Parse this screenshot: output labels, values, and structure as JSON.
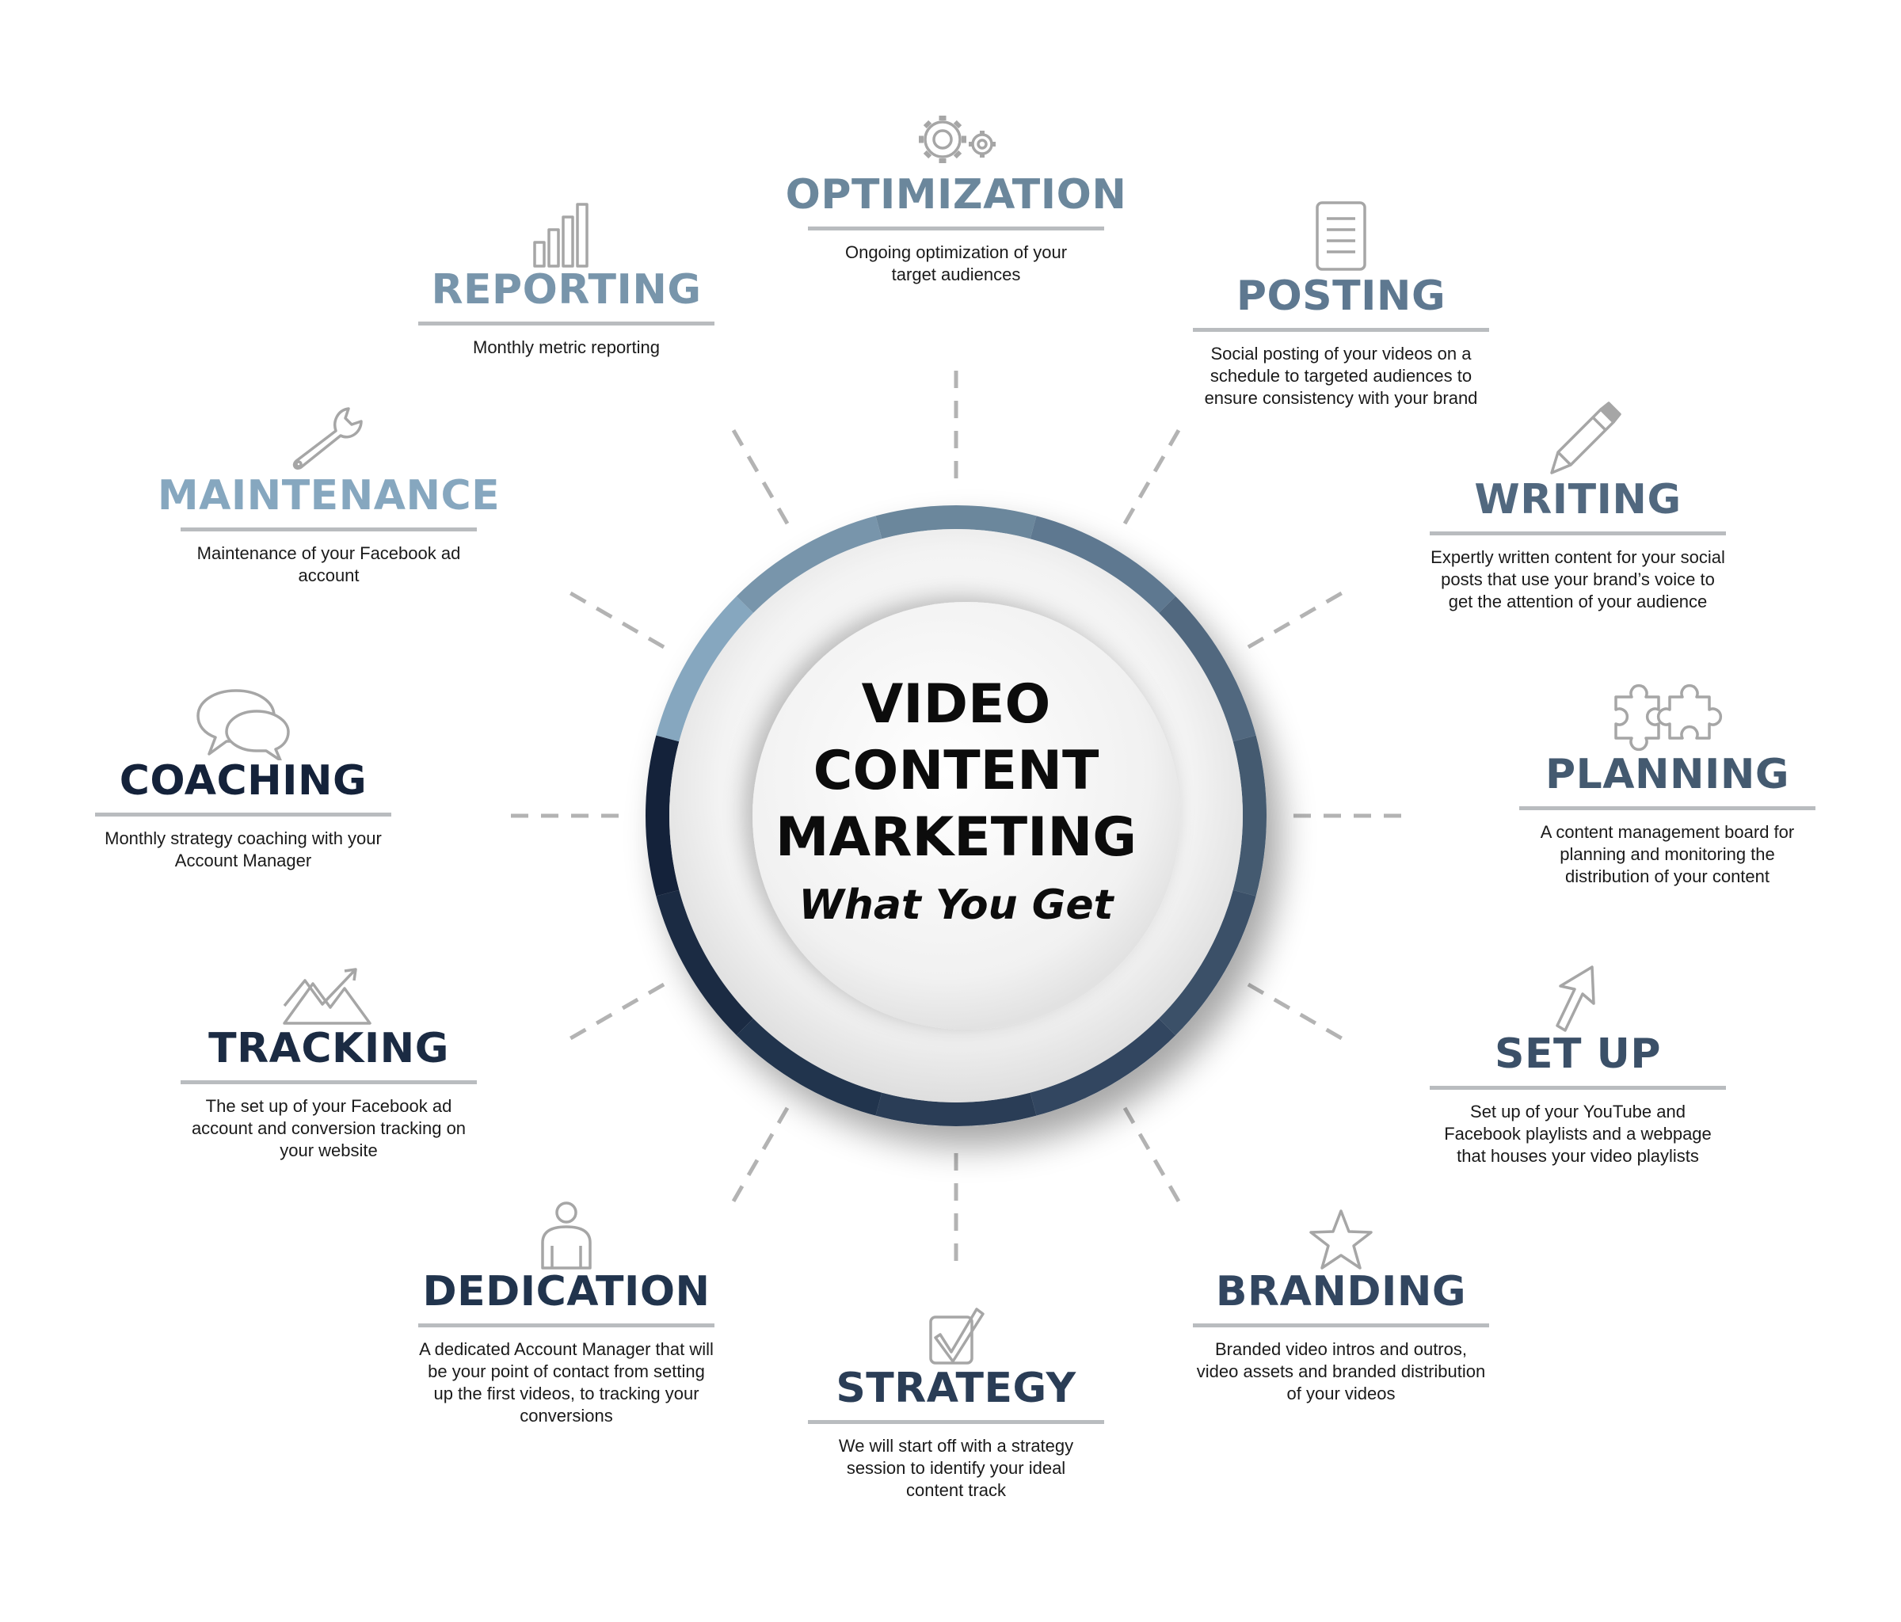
{
  "center": {
    "line1": "VIDEO",
    "line2": "CONTENT",
    "line3": "MARKETING",
    "subtitle": "What You Get"
  },
  "colors": {
    "ring_light": "#8aabc2",
    "ring_dark": "#0f1d35",
    "connector": "#b3b3b3",
    "rule": "#b9bcbf",
    "icon": "#a6a6a6"
  },
  "items": [
    {
      "key": "optimization",
      "title": "OPTIMIZATION",
      "desc": "Ongoing optimization of your target audiences",
      "icon": "gears-icon",
      "color": "#6b879c"
    },
    {
      "key": "posting",
      "title": "POSTING",
      "desc": "Social posting of your videos on a schedule to targeted audiences to ensure consistency with your brand",
      "icon": "document-icon",
      "color": "#5e7890"
    },
    {
      "key": "writing",
      "title": "WRITING",
      "desc": "Expertly written content for your social posts that use your brand’s voice to get the attention of your audience",
      "icon": "pencil-icon",
      "color": "#51687f"
    },
    {
      "key": "planning",
      "title": "PLANNING",
      "desc": "A content management board for planning and monitoring the distribution of your content",
      "icon": "puzzle-icon",
      "color": "#445a70"
    },
    {
      "key": "setup",
      "title": "SET UP",
      "desc": "Set up of your YouTube and Facebook playlists and a webpage that houses your video playlists",
      "icon": "cursor-arrow-icon",
      "color": "#3b5068"
    },
    {
      "key": "branding",
      "title": "BRANDING",
      "desc": "Branded video intros and outros, video assets and branded distribution of your videos",
      "icon": "star-icon",
      "color": "#324660"
    },
    {
      "key": "strategy",
      "title": "STRATEGY",
      "desc": "We will start off with a strategy session to identify your ideal content track",
      "icon": "checkbox-icon",
      "color": "#2a3d56"
    },
    {
      "key": "dedication",
      "title": "DEDICATION",
      "desc": "A dedicated Account Manager that will be your point of contact from setting up the first videos, to tracking your conversions",
      "icon": "person-icon",
      "color": "#21344d"
    },
    {
      "key": "tracking",
      "title": "TRACKING",
      "desc": "The set up of your Facebook ad account and conversion tracking on your website",
      "icon": "trend-chart-icon",
      "color": "#1b2b43"
    },
    {
      "key": "coaching",
      "title": "COACHING",
      "desc": "Monthly strategy coaching with your Account Manager",
      "icon": "chat-bubbles-icon",
      "color": "#14223a"
    },
    {
      "key": "maintenance",
      "title": "MAINTENANCE",
      "desc": "Maintenance of your Facebook ad account",
      "icon": "wrench-icon",
      "color": "#86a7bf"
    },
    {
      "key": "reporting",
      "title": "REPORTING",
      "desc": "Monthly metric reporting",
      "icon": "bar-chart-icon",
      "color": "#7895ab"
    }
  ]
}
